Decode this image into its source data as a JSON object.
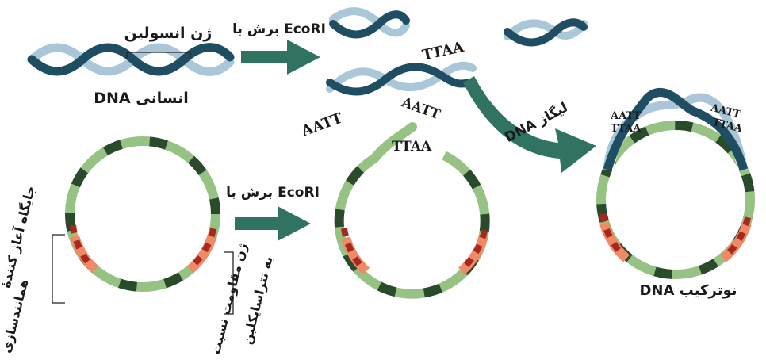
{
  "labels": {
    "insulin_gene": "ژن انسولین",
    "human_dna": "DNA انسانی",
    "cut_ecori_top": "برش با EcoRI",
    "cut_ecori_bottom": "برش با EcoRI",
    "dna_ligase": "DNA لیگاز",
    "recombinant_dna": "DNA نوترکیب",
    "origin_of_replication_line1": "جایگاه آغاز کنندهٔ",
    "origin_of_replication_line2": "همانندسازی",
    "resistance_gene_line1": "ژن مقاومت نسبت",
    "resistance_gene_line2": "به تتراسایکلین"
  },
  "sequences": {
    "fragment_top_right": "TTAA",
    "fragment_bottom_left": "AATT",
    "plasmid_open_upper": "AATT",
    "plasmid_open_lower": "TTAA",
    "recomb_left_top": "AATT",
    "recomb_left_bottom": "TTAA",
    "recomb_right_top": "AATT",
    "recomb_right_bottom": "TTAA"
  },
  "colors": {
    "dna_dark": "#1f4e63",
    "dna_light": "#a9c7d8",
    "plasmid_dark": "#2a4a2c",
    "plasmid_light": "#96c283",
    "marker_dark": "#a8281f",
    "marker_light": "#f08a66",
    "arrow": "#2f7360"
  }
}
